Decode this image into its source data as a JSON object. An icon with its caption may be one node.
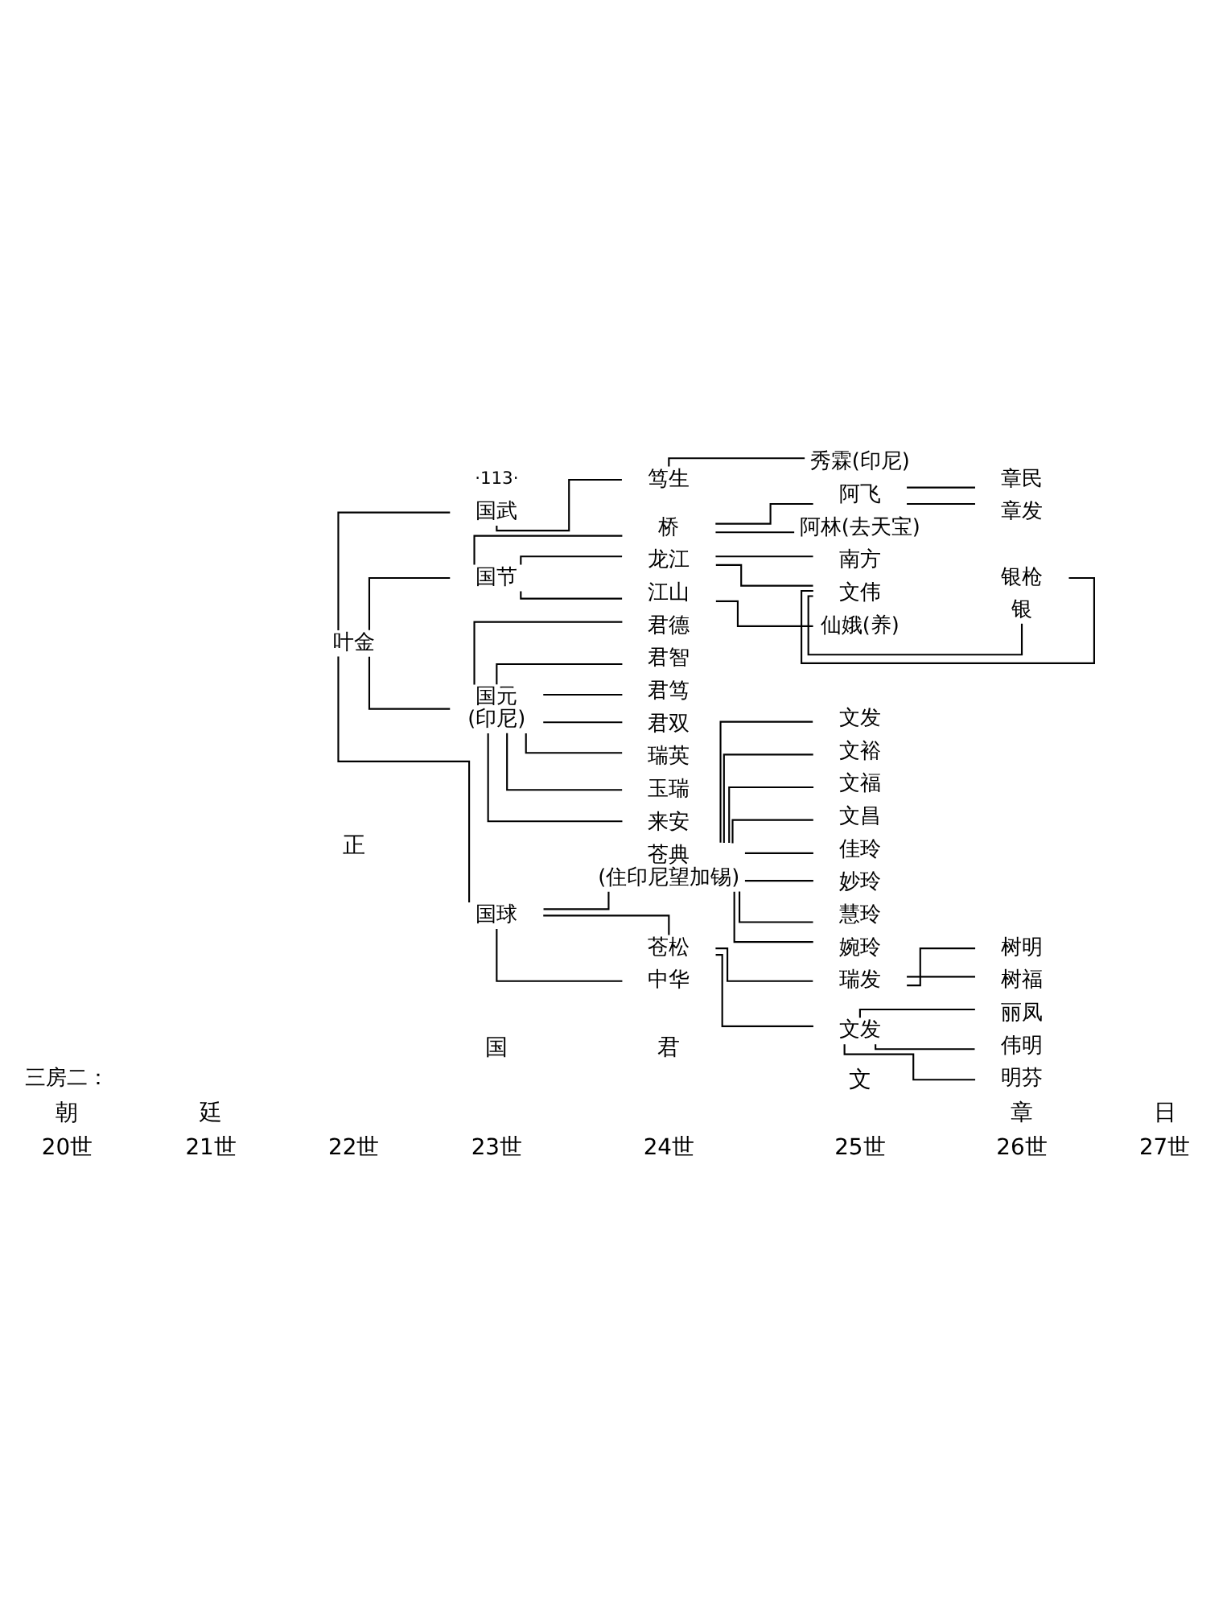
{
  "diagram": {
    "nodes": [
      {
        "text": [
          "叶金"
        ]
      },
      {
        "text": [
          "国武"
        ]
      },
      {
        "text": [
          "笃生"
        ]
      },
      {
        "text": [
          "秀霖(印尼)"
        ]
      },
      {
        "text": [
          "国节"
        ]
      },
      {
        "text": [
          "桥"
        ]
      },
      {
        "text": [
          "阿飞"
        ]
      },
      {
        "text": [
          "章民"
        ]
      },
      {
        "text": [
          "章发"
        ]
      },
      {
        "text": [
          "阿林(去天宝)"
        ]
      },
      {
        "text": [
          "龙江"
        ]
      },
      {
        "text": [
          "南方"
        ]
      },
      {
        "text": [
          "文伟"
        ]
      },
      {
        "text": [
          "银枪"
        ]
      },
      {
        "text": [
          "银"
        ]
      },
      {
        "text": [
          "江山"
        ]
      },
      {
        "text": [
          "仙娥(养)"
        ]
      },
      {
        "text": [
          "国元"
        ],
        "beside": [
          "(印尼)"
        ]
      },
      {
        "text": [
          "君德"
        ]
      },
      {
        "text": [
          "君智"
        ]
      },
      {
        "text": [
          "君笃"
        ]
      },
      {
        "text": [
          "君双"
        ]
      },
      {
        "text": [
          "瑞英"
        ]
      },
      {
        "text": [
          "玉瑞"
        ]
      },
      {
        "text": [
          "来安"
        ]
      },
      {
        "text": [
          "国球"
        ]
      },
      {
        "text": [
          "苍典"
        ],
        "beside": [
          "(住印尼望加锡)"
        ]
      },
      {
        "text": [
          "文发"
        ]
      },
      {
        "text": [
          "文裕"
        ]
      },
      {
        "text": [
          "文福"
        ]
      },
      {
        "text": [
          "文昌"
        ]
      },
      {
        "text": [
          "佳玲"
        ]
      },
      {
        "text": [
          "妙玲"
        ]
      },
      {
        "text": [
          "慧玲"
        ]
      },
      {
        "text": [
          "婉玲"
        ]
      },
      {
        "text": [
          "苍松"
        ]
      },
      {
        "text": [
          "瑞发"
        ]
      },
      {
        "text": [
          "树明"
        ]
      },
      {
        "text": [
          "树福"
        ]
      },
      {
        "text": [
          "文发"
        ]
      },
      {
        "text": [
          "丽凤"
        ]
      },
      {
        "text": [
          "伟明"
        ]
      },
      {
        "text": [
          "明芬"
        ]
      },
      {
        "text": [
          "中华"
        ]
      }
    ],
    "edges": [
      {
        "from": 0,
        "to": 1,
        "arrow": "none"
      },
      {
        "from": 1,
        "to": 2,
        "arrow": "none"
      },
      {
        "from": 2,
        "to": 3,
        "arrow": "none"
      },
      {
        "from": 0,
        "to": 4,
        "arrow": "none"
      },
      {
        "from": 4,
        "to": 5,
        "arrow": "none"
      },
      {
        "from": 5,
        "to": 6,
        "arrow": "none"
      },
      {
        "from": 6,
        "to": 7,
        "arrow": "none"
      },
      {
        "from": 6,
        "to": 8,
        "arrow": "none"
      },
      {
        "from": 5,
        "to": 9,
        "arrow": "none"
      },
      {
        "from": 4,
        "to": 10,
        "arrow": "none"
      },
      {
        "from": 10,
        "to": 11,
        "arrow": "none"
      },
      {
        "from": 10,
        "to": 12,
        "arrow": "none"
      },
      {
        "from": 12,
        "to": 13,
        "arrow": "none"
      },
      {
        "from": 12,
        "to": 14,
        "arrow": "none"
      },
      {
        "from": 4,
        "to": 15,
        "arrow": "none"
      },
      {
        "from": 15,
        "to": 16,
        "arrow": "none"
      },
      {
        "from": 0,
        "to": 17,
        "arrow": "none"
      },
      {
        "from": 17,
        "to": 18,
        "arrow": "none"
      },
      {
        "from": 17,
        "to": 19,
        "arrow": "none"
      },
      {
        "from": 17,
        "to": 20,
        "arrow": "none"
      },
      {
        "from": 17,
        "to": 21,
        "arrow": "none"
      },
      {
        "from": 17,
        "to": 22,
        "arrow": "none"
      },
      {
        "from": 17,
        "to": 23,
        "arrow": "none"
      },
      {
        "from": 17,
        "to": 24,
        "arrow": "none"
      },
      {
        "from": 0,
        "to": 25,
        "arrow": "none"
      },
      {
        "from": 25,
        "to": 26,
        "arrow": "none"
      },
      {
        "from": 26,
        "to": 27,
        "arrow": "none"
      },
      {
        "from": 26,
        "to": 28,
        "arrow": "none"
      },
      {
        "from": 26,
        "to": 29,
        "arrow": "none"
      },
      {
        "from": 26,
        "to": 30,
        "arrow": "none"
      },
      {
        "from": 26,
        "to": 31,
        "arrow": "none"
      },
      {
        "from": 26,
        "to": 32,
        "arrow": "none"
      },
      {
        "from": 26,
        "to": 33,
        "arrow": "none"
      },
      {
        "from": 26,
        "to": 34,
        "arrow": "none"
      },
      {
        "from": 25,
        "to": 35,
        "arrow": "none"
      },
      {
        "from": 35,
        "to": 36,
        "arrow": "none"
      },
      {
        "from": 36,
        "to": 37,
        "arrow": "none"
      },
      {
        "from": 36,
        "to": 38,
        "arrow": "none"
      },
      {
        "from": 35,
        "to": 39,
        "arrow": "none"
      },
      {
        "from": 39,
        "to": 40,
        "arrow": "none"
      },
      {
        "from": 39,
        "to": 41,
        "arrow": "none"
      },
      {
        "from": 39,
        "to": 42,
        "arrow": "none"
      },
      {
        "from": 25,
        "to": 43,
        "arrow": "none"
      }
    ],
    "labels": [
      "20世",
      "21世",
      "22世",
      "23世",
      "24世",
      "25世",
      "26世",
      "27世",
      "朝",
      "廷",
      "正",
      "国",
      "君",
      "文",
      "章",
      "日",
      "三房二：",
      "·113·"
    ]
  }
}
